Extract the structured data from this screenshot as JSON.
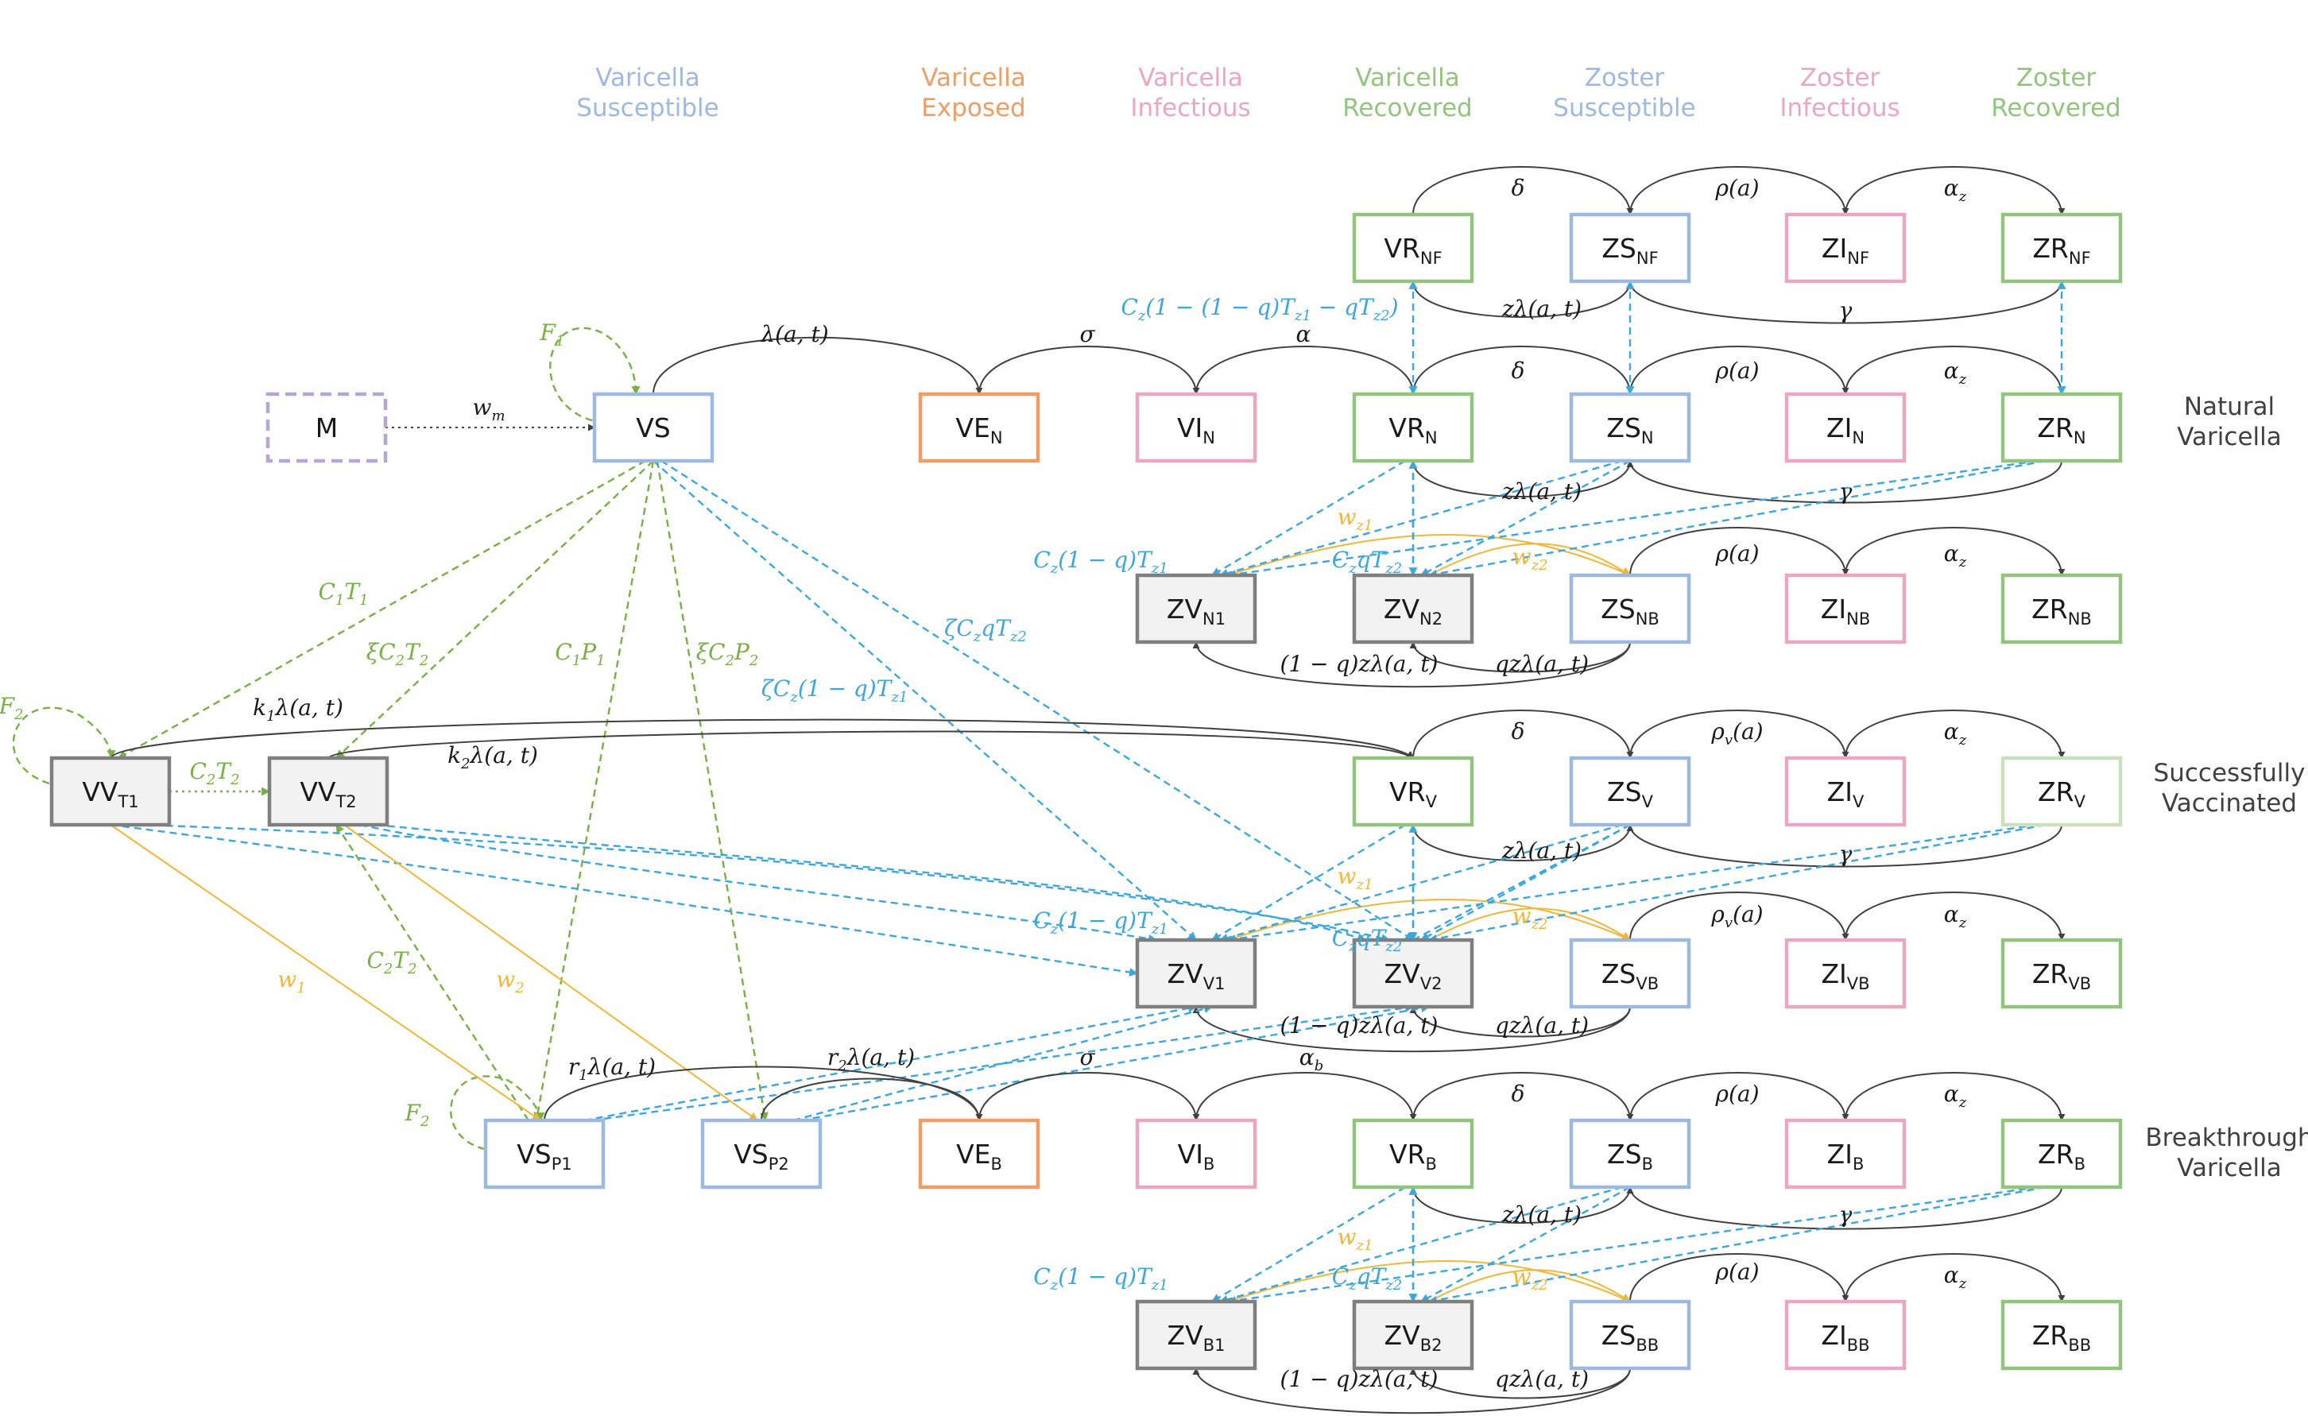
{
  "colors": {
    "blue": "#9DB9DF",
    "orange": "#EE9E64",
    "pink": "#E9A7C3",
    "green": "#93C47D",
    "lightgreen": "#C9DFBE",
    "purple": "#B4A7D6",
    "gray_fill": "#F2F2F2",
    "gray_stroke": "#7F7F7F",
    "arrow_dark": "#404040",
    "arrow_blue": "#3AA7DF",
    "arrow_green": "#77B043",
    "arrow_orange": "#F2B636",
    "text_blue": "#3AA7DF",
    "text_green": "#77B043",
    "text_orange": "#F2B636",
    "text_dark": "#1A1A1A"
  },
  "columns": [
    {
      "l1": "Varicella",
      "l2": "Susceptible",
      "color": "#9DB9DF"
    },
    {
      "l1": "Varicella",
      "l2": "Exposed",
      "color": "#EE9E64"
    },
    {
      "l1": "Varicella",
      "l2": "Infectious",
      "color": "#E9A7C3"
    },
    {
      "l1": "Varicella",
      "l2": "Recovered",
      "color": "#93C47D"
    },
    {
      "l1": "Zoster",
      "l2": "Susceptible",
      "color": "#9DB9DF"
    },
    {
      "l1": "Zoster",
      "l2": "Infectious",
      "color": "#E9A7C3"
    },
    {
      "l1": "Zoster",
      "l2": "Recovered",
      "color": "#93C47D"
    }
  ],
  "rows": [
    {
      "l1": "Natural",
      "l2": "Varicella"
    },
    {
      "l1": "Successfully",
      "l2": "Vaccinated"
    },
    {
      "l1": "Breakthrough",
      "l2": "Varicella"
    }
  ],
  "nodes": [
    {
      "id": "M",
      "main": "M",
      "sub": "",
      "style": "dashed"
    },
    {
      "id": "VS",
      "main": "VS",
      "sub": "",
      "style": "blue"
    },
    {
      "id": "VEN",
      "main": "VE",
      "sub": "N",
      "style": "orange"
    },
    {
      "id": "VIN",
      "main": "VI",
      "sub": "N",
      "style": "pink"
    },
    {
      "id": "VRN",
      "main": "VR",
      "sub": "N",
      "style": "green"
    },
    {
      "id": "ZSN",
      "main": "ZS",
      "sub": "N",
      "style": "blue"
    },
    {
      "id": "ZIN",
      "main": "ZI",
      "sub": "N",
      "style": "pink"
    },
    {
      "id": "ZRN",
      "main": "ZR",
      "sub": "N",
      "style": "green"
    },
    {
      "id": "VRNF",
      "main": "VR",
      "sub": "NF",
      "style": "green"
    },
    {
      "id": "ZSNF",
      "main": "ZS",
      "sub": "NF",
      "style": "blue"
    },
    {
      "id": "ZINF",
      "main": "ZI",
      "sub": "NF",
      "style": "pink"
    },
    {
      "id": "ZRNF",
      "main": "ZR",
      "sub": "NF",
      "style": "green"
    },
    {
      "id": "ZVN1",
      "main": "ZV",
      "sub": "N1",
      "style": "gray"
    },
    {
      "id": "ZVN2",
      "main": "ZV",
      "sub": "N2",
      "style": "gray"
    },
    {
      "id": "ZSNB",
      "main": "ZS",
      "sub": "NB",
      "style": "blue"
    },
    {
      "id": "ZINB",
      "main": "ZI",
      "sub": "NB",
      "style": "pink"
    },
    {
      "id": "ZRNB",
      "main": "ZR",
      "sub": "NB",
      "style": "green"
    },
    {
      "id": "VVT1",
      "main": "VV",
      "sub": "T1",
      "style": "gray"
    },
    {
      "id": "VVT2",
      "main": "VV",
      "sub": "T2",
      "style": "gray"
    },
    {
      "id": "VRV",
      "main": "VR",
      "sub": "V",
      "style": "green"
    },
    {
      "id": "ZSV",
      "main": "ZS",
      "sub": "V",
      "style": "blue"
    },
    {
      "id": "ZIV",
      "main": "ZI",
      "sub": "V",
      "style": "pink"
    },
    {
      "id": "ZRV",
      "main": "ZR",
      "sub": "V",
      "style": "lightgreen"
    },
    {
      "id": "ZVV1",
      "main": "ZV",
      "sub": "V1",
      "style": "gray"
    },
    {
      "id": "ZVV2",
      "main": "ZV",
      "sub": "V2",
      "style": "gray"
    },
    {
      "id": "ZSVB",
      "main": "ZS",
      "sub": "VB",
      "style": "blue"
    },
    {
      "id": "ZIVB",
      "main": "ZI",
      "sub": "VB",
      "style": "pink"
    },
    {
      "id": "ZRVB",
      "main": "ZR",
      "sub": "VB",
      "style": "green"
    },
    {
      "id": "VSP1",
      "main": "VS",
      "sub": "P1",
      "style": "blue"
    },
    {
      "id": "VSP2",
      "main": "VS",
      "sub": "P2",
      "style": "blue"
    },
    {
      "id": "VEB",
      "main": "VE",
      "sub": "B",
      "style": "orange"
    },
    {
      "id": "VIB",
      "main": "VI",
      "sub": "B",
      "style": "pink"
    },
    {
      "id": "VRB",
      "main": "VR",
      "sub": "B",
      "style": "green"
    },
    {
      "id": "ZSB",
      "main": "ZS",
      "sub": "B",
      "style": "blue"
    },
    {
      "id": "ZIB",
      "main": "ZI",
      "sub": "B",
      "style": "pink"
    },
    {
      "id": "ZRB",
      "main": "ZR",
      "sub": "B",
      "style": "green"
    },
    {
      "id": "ZVB1",
      "main": "ZV",
      "sub": "B1",
      "style": "gray"
    },
    {
      "id": "ZVB2",
      "main": "ZV",
      "sub": "B2",
      "style": "gray"
    },
    {
      "id": "ZSBB",
      "main": "ZS",
      "sub": "BB",
      "style": "blue"
    },
    {
      "id": "ZIBB",
      "main": "ZI",
      "sub": "BB",
      "style": "pink"
    },
    {
      "id": "ZRBB",
      "main": "ZR",
      "sub": "BB",
      "style": "green"
    }
  ],
  "labels": [
    {
      "id": "F1",
      "parts": [
        [
          "F",
          ""
        ],
        [
          "1",
          "sub"
        ]
      ],
      "color": "green"
    },
    {
      "id": "wm",
      "parts": [
        [
          "w",
          ""
        ],
        [
          "m",
          "sub"
        ]
      ],
      "color": "dark"
    },
    {
      "id": "lam",
      "parts": [
        [
          "λ(a, t)",
          ""
        ]
      ],
      "color": "dark"
    },
    {
      "id": "sigma_n",
      "parts": [
        [
          "σ",
          ""
        ]
      ],
      "color": "dark"
    },
    {
      "id": "alpha_n",
      "parts": [
        [
          "α",
          ""
        ]
      ],
      "color": "dark"
    },
    {
      "id": "delta_nf",
      "parts": [
        [
          "δ",
          ""
        ]
      ],
      "color": "dark"
    },
    {
      "id": "rho_nf",
      "parts": [
        [
          "ρ(a)",
          ""
        ]
      ],
      "color": "dark"
    },
    {
      "id": "az_nf",
      "parts": [
        [
          "α",
          ""
        ],
        [
          "z",
          "sub"
        ]
      ],
      "color": "dark"
    },
    {
      "id": "zlam_nf",
      "parts": [
        [
          "zλ(a, t)",
          ""
        ]
      ],
      "color": "dark"
    },
    {
      "id": "gamma_nf",
      "parts": [
        [
          "γ",
          ""
        ]
      ],
      "color": "dark"
    },
    {
      "id": "cz_big",
      "parts": [
        [
          "C",
          ""
        ],
        [
          "z",
          "sub"
        ],
        [
          "(1 − (1 − q)T",
          ""
        ],
        [
          "z1",
          "sub"
        ],
        [
          " − qT",
          ""
        ],
        [
          "z2",
          "sub"
        ],
        [
          ")",
          ""
        ]
      ],
      "color": "blue"
    },
    {
      "id": "delta_n",
      "parts": [
        [
          "δ",
          ""
        ]
      ],
      "color": "dark"
    },
    {
      "id": "rho_n",
      "parts": [
        [
          "ρ(a)",
          ""
        ]
      ],
      "color": "dark"
    },
    {
      "id": "az_n",
      "parts": [
        [
          "α",
          ""
        ],
        [
          "z",
          "sub"
        ]
      ],
      "color": "dark"
    },
    {
      "id": "zlam_n",
      "parts": [
        [
          "zλ(a, t)",
          ""
        ]
      ],
      "color": "dark"
    },
    {
      "id": "gamma_n",
      "parts": [
        [
          "γ",
          ""
        ]
      ],
      "color": "dark"
    },
    {
      "id": "wz1_n",
      "parts": [
        [
          "w",
          ""
        ],
        [
          "z1",
          "sub"
        ]
      ],
      "color": "orange"
    },
    {
      "id": "wz2_n",
      "parts": [
        [
          "w",
          ""
        ],
        [
          "z2",
          "sub"
        ]
      ],
      "color": "orange"
    },
    {
      "id": "cz1_n",
      "parts": [
        [
          "C",
          ""
        ],
        [
          "z",
          "sub"
        ],
        [
          "(1 − q)T",
          ""
        ],
        [
          "z1",
          "sub"
        ]
      ],
      "color": "blue"
    },
    {
      "id": "cz2_n",
      "parts": [
        [
          "C",
          ""
        ],
        [
          "z",
          "sub"
        ],
        [
          "qT",
          ""
        ],
        [
          "z2",
          "sub"
        ]
      ],
      "color": "blue"
    },
    {
      "id": "rho_nb",
      "parts": [
        [
          "ρ(a)",
          ""
        ]
      ],
      "color": "dark"
    },
    {
      "id": "az_nb",
      "parts": [
        [
          "α",
          ""
        ],
        [
          "z",
          "sub"
        ]
      ],
      "color": "dark"
    },
    {
      "id": "qlam1_nb",
      "parts": [
        [
          "(1 − q)zλ(a, t)",
          ""
        ]
      ],
      "color": "dark"
    },
    {
      "id": "qlam2_nb",
      "parts": [
        [
          "qzλ(a, t)",
          ""
        ]
      ],
      "color": "dark"
    },
    {
      "id": "c1t1",
      "parts": [
        [
          "C",
          ""
        ],
        [
          "1",
          "sub"
        ],
        [
          "T",
          ""
        ],
        [
          "1",
          "sub"
        ]
      ],
      "color": "green"
    },
    {
      "id": "xic2t2",
      "parts": [
        [
          "ξC",
          ""
        ],
        [
          "2",
          "sub"
        ],
        [
          "T",
          ""
        ],
        [
          "2",
          "sub"
        ]
      ],
      "color": "green"
    },
    {
      "id": "c1p1",
      "parts": [
        [
          "C",
          ""
        ],
        [
          "1",
          "sub"
        ],
        [
          "P",
          ""
        ],
        [
          "1",
          "sub"
        ]
      ],
      "color": "green"
    },
    {
      "id": "xic2p2",
      "parts": [
        [
          "ξC",
          ""
        ],
        [
          "2",
          "sub"
        ],
        [
          "P",
          ""
        ],
        [
          "2",
          "sub"
        ]
      ],
      "color": "green"
    },
    {
      "id": "zetacqt",
      "parts": [
        [
          "ζC",
          ""
        ],
        [
          "z",
          "sub"
        ],
        [
          "qT",
          ""
        ],
        [
          "z2",
          "sub"
        ]
      ],
      "color": "blue"
    },
    {
      "id": "zetac1q",
      "parts": [
        [
          "ζC",
          ""
        ],
        [
          "z",
          "sub"
        ],
        [
          "(1 − q)T",
          ""
        ],
        [
          "z1",
          "sub"
        ]
      ],
      "color": "blue"
    },
    {
      "id": "F2a",
      "parts": [
        [
          "F",
          ""
        ],
        [
          "2",
          "sub"
        ]
      ],
      "color": "green"
    },
    {
      "id": "k1lam",
      "parts": [
        [
          "k",
          ""
        ],
        [
          "1",
          "sub"
        ],
        [
          "λ(a, t)",
          ""
        ]
      ],
      "color": "dark"
    },
    {
      "id": "k2lam",
      "parts": [
        [
          "k",
          ""
        ],
        [
          "2",
          "sub"
        ],
        [
          "λ(a, t)",
          ""
        ]
      ],
      "color": "dark"
    },
    {
      "id": "c2t2",
      "parts": [
        [
          "C",
          ""
        ],
        [
          "2",
          "sub"
        ],
        [
          "T",
          ""
        ],
        [
          "2",
          "sub"
        ]
      ],
      "color": "green"
    },
    {
      "id": "delta_v",
      "parts": [
        [
          "δ",
          ""
        ]
      ],
      "color": "dark"
    },
    {
      "id": "rhov_v",
      "parts": [
        [
          "ρ",
          ""
        ],
        [
          "v",
          "sub"
        ],
        [
          "(a)",
          ""
        ]
      ],
      "color": "dark"
    },
    {
      "id": "az_v",
      "parts": [
        [
          "α",
          ""
        ],
        [
          "z",
          "sub"
        ]
      ],
      "color": "dark"
    },
    {
      "id": "zlam_v",
      "parts": [
        [
          "zλ(a, t)",
          ""
        ]
      ],
      "color": "dark"
    },
    {
      "id": "gamma_v",
      "parts": [
        [
          "γ",
          ""
        ]
      ],
      "color": "dark"
    },
    {
      "id": "wz1_v",
      "parts": [
        [
          "w",
          ""
        ],
        [
          "z1",
          "sub"
        ]
      ],
      "color": "orange"
    },
    {
      "id": "wz2_v",
      "parts": [
        [
          "w",
          ""
        ],
        [
          "z2",
          "sub"
        ]
      ],
      "color": "orange"
    },
    {
      "id": "cz1_v",
      "parts": [
        [
          "C",
          ""
        ],
        [
          "z",
          "sub"
        ],
        [
          "(1 − q)T",
          ""
        ],
        [
          "z1",
          "sub"
        ]
      ],
      "color": "blue"
    },
    {
      "id": "cz2_v",
      "parts": [
        [
          "C",
          ""
        ],
        [
          "z",
          "sub"
        ],
        [
          "qT",
          ""
        ],
        [
          "z2",
          "sub"
        ]
      ],
      "color": "blue"
    },
    {
      "id": "rhov_vb",
      "parts": [
        [
          "ρ",
          ""
        ],
        [
          "v",
          "sub"
        ],
        [
          "(a)",
          ""
        ]
      ],
      "color": "dark"
    },
    {
      "id": "az_vb",
      "parts": [
        [
          "α",
          ""
        ],
        [
          "z",
          "sub"
        ]
      ],
      "color": "dark"
    },
    {
      "id": "qlam1_vb",
      "parts": [
        [
          "(1 − q)zλ(a, t)",
          ""
        ]
      ],
      "color": "dark"
    },
    {
      "id": "qlam2_vb",
      "parts": [
        [
          "qzλ(a, t)",
          ""
        ]
      ],
      "color": "dark"
    },
    {
      "id": "w1",
      "parts": [
        [
          "w",
          ""
        ],
        [
          "1",
          "sub"
        ]
      ],
      "color": "orange"
    },
    {
      "id": "c2t2b",
      "parts": [
        [
          "C",
          ""
        ],
        [
          "2",
          "sub"
        ],
        [
          "T",
          ""
        ],
        [
          "2",
          "sub"
        ]
      ],
      "color": "green"
    },
    {
      "id": "w2",
      "parts": [
        [
          "w",
          ""
        ],
        [
          "2",
          "sub"
        ]
      ],
      "color": "orange"
    },
    {
      "id": "F2b",
      "parts": [
        [
          "F",
          ""
        ],
        [
          "2",
          "sub"
        ]
      ],
      "color": "green"
    },
    {
      "id": "r1lam",
      "parts": [
        [
          "r",
          ""
        ],
        [
          "1",
          "sub"
        ],
        [
          "λ(a, t)",
          ""
        ]
      ],
      "color": "dark"
    },
    {
      "id": "r2lam",
      "parts": [
        [
          "r",
          ""
        ],
        [
          "2",
          "sub"
        ],
        [
          "λ(a, t)",
          ""
        ]
      ],
      "color": "dark"
    },
    {
      "id": "sigma_b",
      "parts": [
        [
          "σ",
          ""
        ]
      ],
      "color": "dark"
    },
    {
      "id": "alphab",
      "parts": [
        [
          "α",
          ""
        ],
        [
          "b",
          "sub"
        ]
      ],
      "color": "dark"
    },
    {
      "id": "delta_b",
      "parts": [
        [
          "δ",
          ""
        ]
      ],
      "color": "dark"
    },
    {
      "id": "rho_b",
      "parts": [
        [
          "ρ(a)",
          ""
        ]
      ],
      "color": "dark"
    },
    {
      "id": "az_b",
      "parts": [
        [
          "α",
          ""
        ],
        [
          "z",
          "sub"
        ]
      ],
      "color": "dark"
    },
    {
      "id": "zlam_b",
      "parts": [
        [
          "zλ(a, t)",
          ""
        ]
      ],
      "color": "dark"
    },
    {
      "id": "gamma_b",
      "parts": [
        [
          "γ",
          ""
        ]
      ],
      "color": "dark"
    },
    {
      "id": "wz1_b",
      "parts": [
        [
          "w",
          ""
        ],
        [
          "z1",
          "sub"
        ]
      ],
      "color": "orange"
    },
    {
      "id": "wz2_b",
      "parts": [
        [
          "w",
          ""
        ],
        [
          "z2",
          "sub"
        ]
      ],
      "color": "orange"
    },
    {
      "id": "cz1_b",
      "parts": [
        [
          "C",
          ""
        ],
        [
          "z",
          "sub"
        ],
        [
          "(1 − q)T",
          ""
        ],
        [
          "z1",
          "sub"
        ]
      ],
      "color": "blue"
    },
    {
      "id": "cz2_b",
      "parts": [
        [
          "C",
          ""
        ],
        [
          "z",
          "sub"
        ],
        [
          "qT",
          ""
        ],
        [
          "z2",
          "sub"
        ]
      ],
      "color": "blue"
    },
    {
      "id": "rho_bb",
      "parts": [
        [
          "ρ(a)",
          ""
        ]
      ],
      "color": "dark"
    },
    {
      "id": "az_bb",
      "parts": [
        [
          "α",
          ""
        ],
        [
          "z",
          "sub"
        ]
      ],
      "color": "dark"
    },
    {
      "id": "qlam1_bb",
      "parts": [
        [
          "(1 − q)zλ(a, t)",
          ""
        ]
      ],
      "color": "dark"
    },
    {
      "id": "qlam2_bb",
      "parts": [
        [
          "qzλ(a, t)",
          ""
        ]
      ],
      "color": "dark"
    }
  ]
}
